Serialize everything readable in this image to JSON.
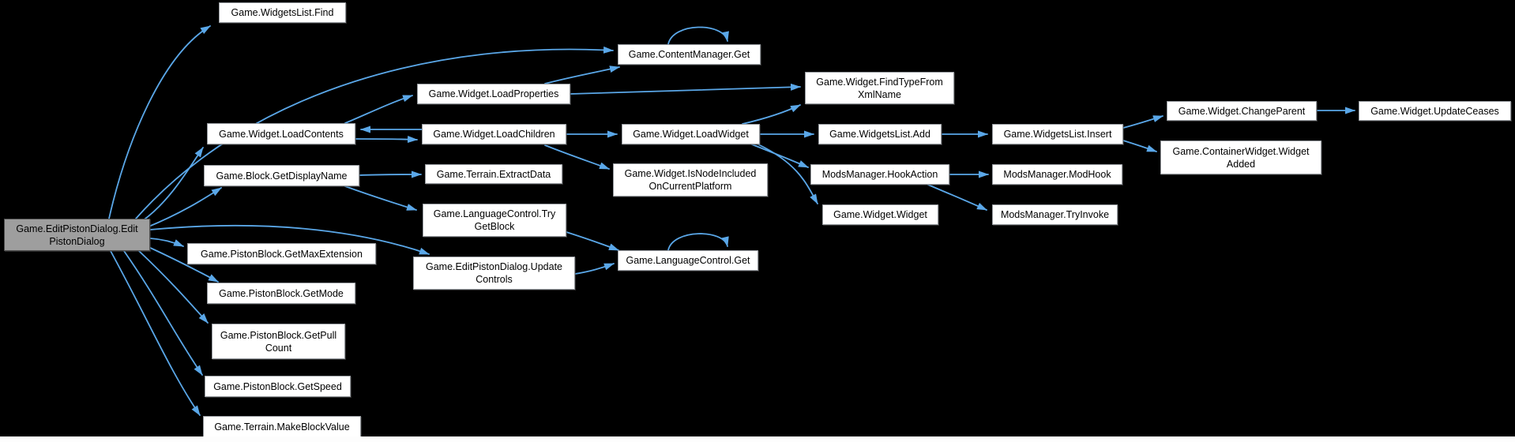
{
  "diagram": {
    "type": "call-graph",
    "background_color": "#000000",
    "edge_color": "#5aa7e8",
    "node_fill": "#ffffff",
    "node_border_color": "#95999e",
    "root_node_fill": "#9e9e9e",
    "root_node_border_color": "#4d4d4d",
    "nodes": [
      {
        "id": "root",
        "label": "Game.EditPistonDialog.Edit\nPistonDialog",
        "highlighted": true
      },
      {
        "id": "widgetslist-find",
        "label": "Game.WidgetsList.Find"
      },
      {
        "id": "contentmanager-get",
        "label": "Game.ContentManager.Get"
      },
      {
        "id": "widget-loadproperties",
        "label": "Game.Widget.LoadProperties"
      },
      {
        "id": "widget-findtypefromxmlname",
        "label": "Game.Widget.FindTypeFrom\nXmlName"
      },
      {
        "id": "widget-loadcontents",
        "label": "Game.Widget.LoadContents"
      },
      {
        "id": "widget-loadchildren",
        "label": "Game.Widget.LoadChildren"
      },
      {
        "id": "widget-loadwidget",
        "label": "Game.Widget.LoadWidget"
      },
      {
        "id": "widgetslist-add",
        "label": "Game.WidgetsList.Add"
      },
      {
        "id": "widgetslist-insert",
        "label": "Game.WidgetsList.Insert"
      },
      {
        "id": "widget-changeparent",
        "label": "Game.Widget.ChangeParent"
      },
      {
        "id": "widget-updateceases",
        "label": "Game.Widget.UpdateCeases"
      },
      {
        "id": "containerwidget-widgetadded",
        "label": "Game.ContainerWidget.Widget\nAdded"
      },
      {
        "id": "block-getdisplayname",
        "label": "Game.Block.GetDisplayName"
      },
      {
        "id": "terrain-extractdata",
        "label": "Game.Terrain.ExtractData"
      },
      {
        "id": "widget-isnodeincluded",
        "label": "Game.Widget.IsNodeIncluded\nOnCurrentPlatform"
      },
      {
        "id": "modsmanager-hookaction",
        "label": "ModsManager.HookAction"
      },
      {
        "id": "modsmanager-modhook",
        "label": "ModsManager.ModHook"
      },
      {
        "id": "widget-widget",
        "label": "Game.Widget.Widget"
      },
      {
        "id": "modsmanager-tryinvoke",
        "label": "ModsManager.TryInvoke"
      },
      {
        "id": "languagecontrol-trygetblock",
        "label": "Game.LanguageControl.Try\nGetBlock"
      },
      {
        "id": "pistonblock-getmaxextension",
        "label": "Game.PistonBlock.GetMaxExtension"
      },
      {
        "id": "editpistondialog-updatecontrols",
        "label": "Game.EditPistonDialog.Update\nControls"
      },
      {
        "id": "languagecontrol-get",
        "label": "Game.LanguageControl.Get"
      },
      {
        "id": "pistonblock-getmode",
        "label": "Game.PistonBlock.GetMode"
      },
      {
        "id": "pistonblock-getpullcount",
        "label": "Game.PistonBlock.GetPull\nCount"
      },
      {
        "id": "pistonblock-getspeed",
        "label": "Game.PistonBlock.GetSpeed"
      },
      {
        "id": "terrain-makeblockvalue",
        "label": "Game.Terrain.MakeBlockValue"
      }
    ],
    "edges": [
      {
        "from": "root",
        "to": "widgetslist-find"
      },
      {
        "from": "root",
        "to": "contentmanager-get"
      },
      {
        "from": "root",
        "to": "widget-loadcontents"
      },
      {
        "from": "root",
        "to": "block-getdisplayname"
      },
      {
        "from": "root",
        "to": "pistonblock-getmaxextension"
      },
      {
        "from": "root",
        "to": "editpistondialog-updatecontrols"
      },
      {
        "from": "root",
        "to": "pistonblock-getmode"
      },
      {
        "from": "root",
        "to": "pistonblock-getpullcount"
      },
      {
        "from": "root",
        "to": "pistonblock-getspeed"
      },
      {
        "from": "root",
        "to": "terrain-makeblockvalue"
      },
      {
        "from": "widget-loadcontents",
        "to": "widget-loadproperties"
      },
      {
        "from": "widget-loadcontents",
        "to": "widget-loadchildren"
      },
      {
        "from": "widget-loadproperties",
        "to": "contentmanager-get"
      },
      {
        "from": "widget-loadproperties",
        "to": "widget-findtypefromxmlname"
      },
      {
        "from": "contentmanager-get",
        "to": "contentmanager-get"
      },
      {
        "from": "widget-loadchildren",
        "to": "widget-loadcontents"
      },
      {
        "from": "widget-loadchildren",
        "to": "widget-loadwidget"
      },
      {
        "from": "widget-loadchildren",
        "to": "widget-isnodeincluded"
      },
      {
        "from": "widget-loadwidget",
        "to": "widget-findtypefromxmlname"
      },
      {
        "from": "widget-loadwidget",
        "to": "widgetslist-add"
      },
      {
        "from": "widget-loadwidget",
        "to": "modsmanager-hookaction"
      },
      {
        "from": "widget-loadwidget",
        "to": "widget-widget"
      },
      {
        "from": "widgetslist-add",
        "to": "widgetslist-insert"
      },
      {
        "from": "widgetslist-insert",
        "to": "widget-changeparent"
      },
      {
        "from": "widgetslist-insert",
        "to": "containerwidget-widgetadded"
      },
      {
        "from": "widget-changeparent",
        "to": "widget-updateceases"
      },
      {
        "from": "modsmanager-hookaction",
        "to": "modsmanager-modhook"
      },
      {
        "from": "modsmanager-hookaction",
        "to": "modsmanager-tryinvoke"
      },
      {
        "from": "block-getdisplayname",
        "to": "terrain-extractdata"
      },
      {
        "from": "block-getdisplayname",
        "to": "languagecontrol-trygetblock"
      },
      {
        "from": "languagecontrol-trygetblock",
        "to": "languagecontrol-get"
      },
      {
        "from": "editpistondialog-updatecontrols",
        "to": "languagecontrol-get"
      },
      {
        "from": "languagecontrol-get",
        "to": "languagecontrol-get"
      }
    ]
  }
}
